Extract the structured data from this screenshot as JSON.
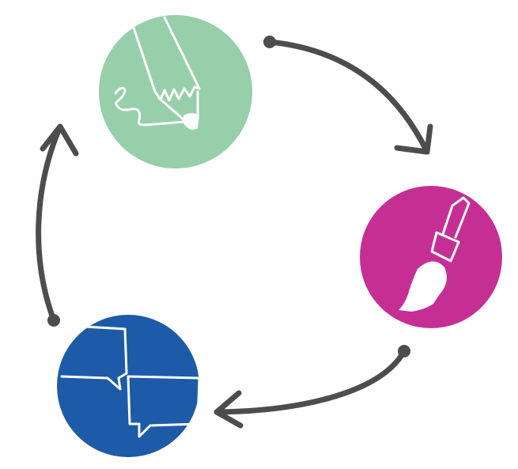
{
  "diagram": {
    "nodes": [
      {
        "id": "sketch",
        "icon": "pencil-icon",
        "color": "#96cfaa"
      },
      {
        "id": "paint",
        "icon": "paintbrush-icon",
        "color": "#c52f94"
      },
      {
        "id": "discuss",
        "icon": "speech-bubbles-icon",
        "color": "#1d5ba8"
      }
    ],
    "edges": [
      {
        "from": "sketch",
        "to": "paint"
      },
      {
        "from": "paint",
        "to": "discuss"
      },
      {
        "from": "discuss",
        "to": "sketch"
      }
    ],
    "colors": {
      "arrow": "#4d4d4d",
      "icon_stroke": "#ffffff"
    }
  }
}
